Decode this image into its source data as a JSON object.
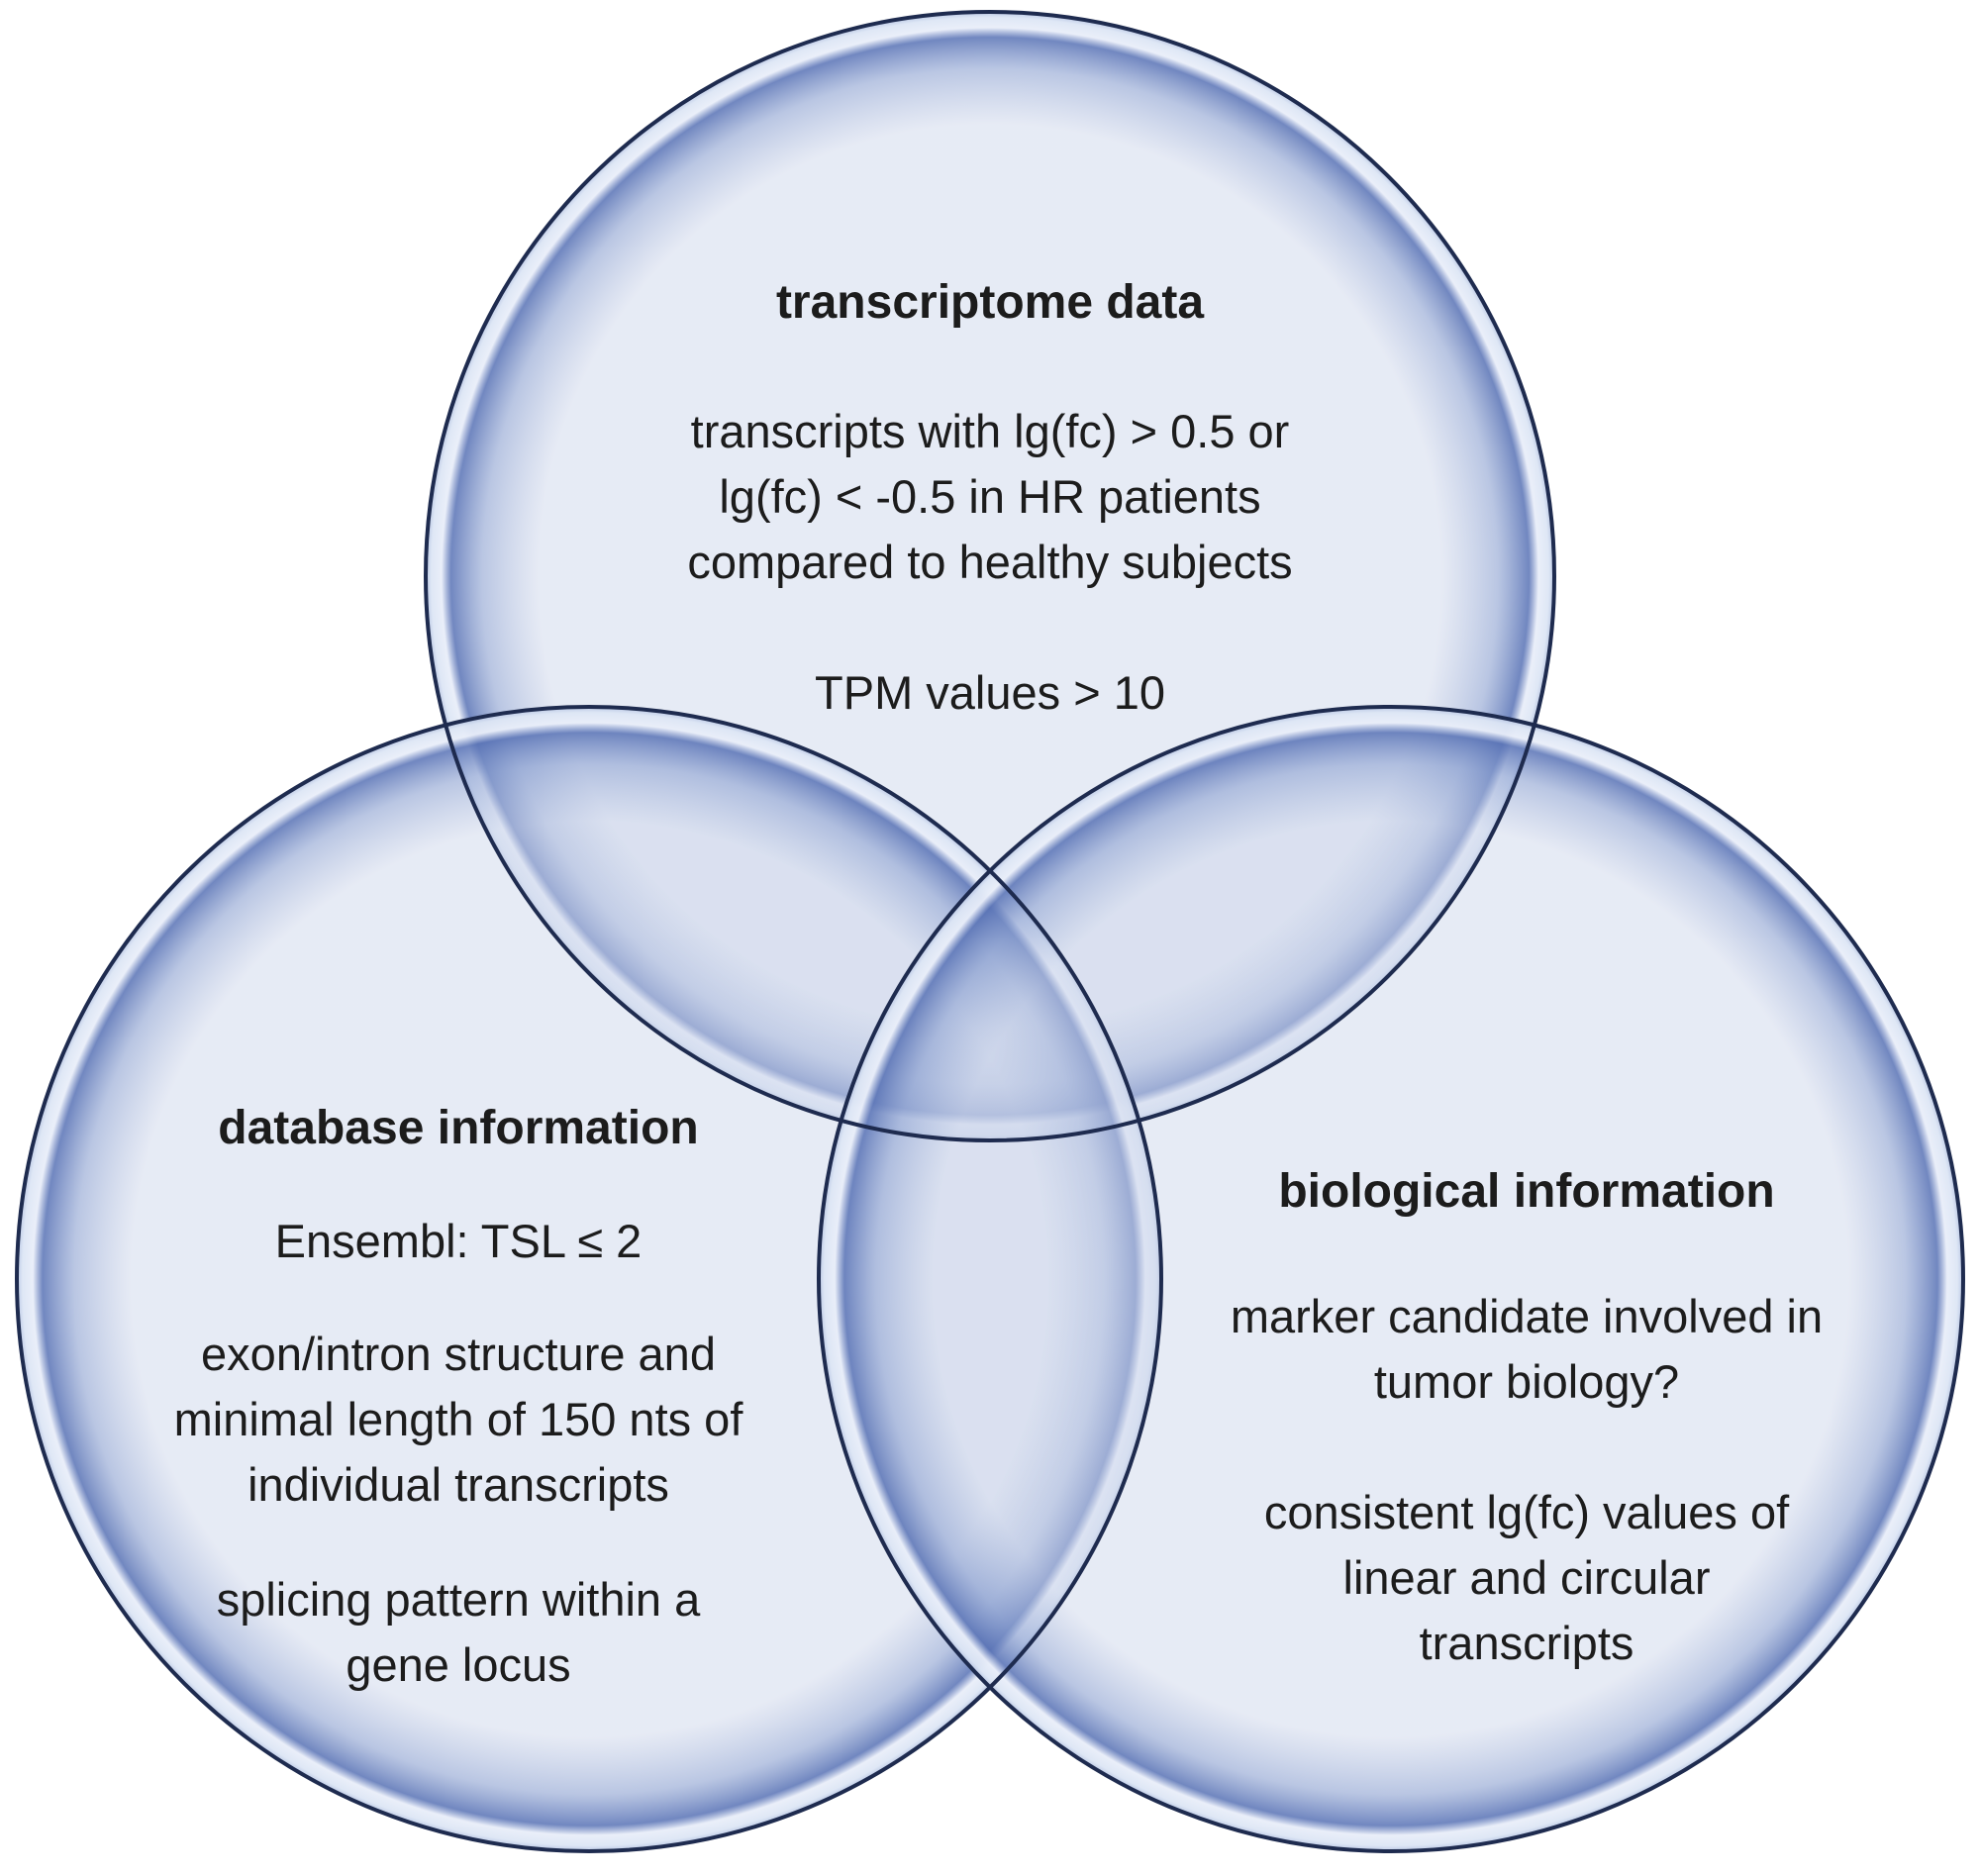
{
  "venn": {
    "top": {
      "title": "transcriptome data",
      "para1": {
        "lines": [
          "transcripts with lg(fc) > 0.5 or",
          "lg(fc) < -0.5 in HR patients",
          "compared to healthy subjects"
        ]
      },
      "para2": {
        "lines": [
          "TPM values > 10"
        ]
      }
    },
    "left": {
      "title": "database information",
      "para1": {
        "lines": [
          "Ensembl: TSL ≤ 2"
        ]
      },
      "para2": {
        "lines": [
          "exon/intron structure and",
          "minimal length of 150 nts of",
          "individual transcripts"
        ]
      },
      "para3": {
        "lines": [
          "splicing pattern within a",
          "gene locus"
        ]
      }
    },
    "right": {
      "title": "biological information",
      "para1": {
        "lines": [
          "marker candidate involved in",
          "tumor biology?"
        ]
      },
      "para2": {
        "lines": [
          "consistent lg(fc) values of",
          "linear and circular",
          "transcripts"
        ]
      }
    }
  },
  "colors": {
    "background": "#ffffff",
    "circle_fill": "#e7ebf4",
    "overlap_fill": "#d9dfee",
    "rim_blue": "#5872b5",
    "rim_highlight": "#e9eef9",
    "outline": "#1e2b4f",
    "text": "#1c1c1c"
  }
}
